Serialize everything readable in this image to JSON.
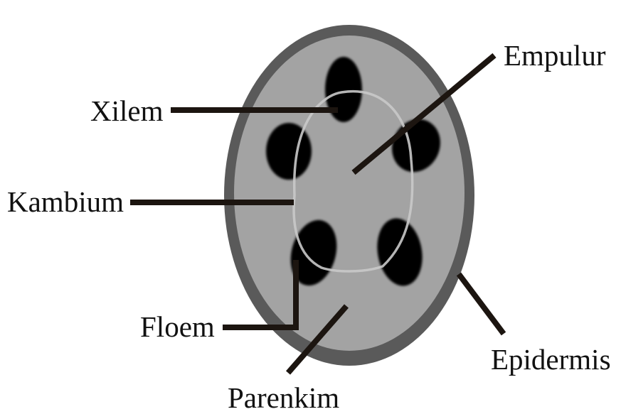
{
  "diagram": {
    "labels": {
      "empulur": "Empulur",
      "xilem": "Xilem",
      "kambium": "Kambium",
      "floem": "Floem",
      "epidermis": "Epidermis",
      "parenkim": "Parenkim"
    },
    "colors": {
      "epidermis_fill": "#5a5a5a",
      "cortex_fill": "#a3a3a3",
      "bundle_fill": "#050505",
      "cambium_ring": "#c9c9c9",
      "leader_line": "#1c1510",
      "label_text": "#111111"
    },
    "bundle_count": 5
  }
}
